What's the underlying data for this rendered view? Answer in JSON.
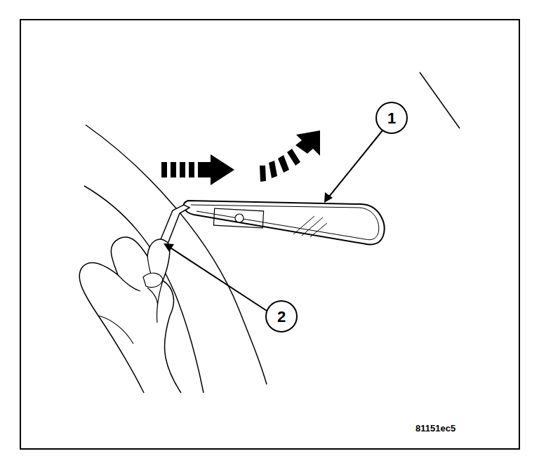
{
  "diagram": {
    "labels": [
      "1",
      "2",
      "81151ec5"
    ]
  }
}
